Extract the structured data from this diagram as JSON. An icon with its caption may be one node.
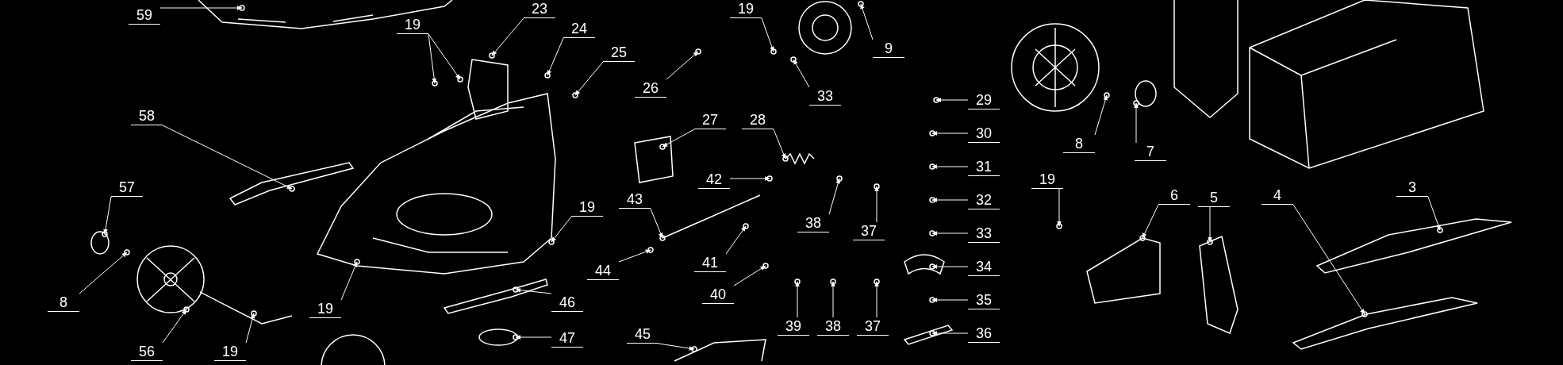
{
  "diagram": {
    "nodes": [
      {
        "text": [
          "59"
        ]
      },
      {
        "text": [
          "23"
        ]
      },
      {
        "text": [
          "19"
        ]
      },
      {
        "text": [
          "24"
        ]
      },
      {
        "text": [
          "25"
        ]
      },
      {
        "text": [
          "19"
        ]
      },
      {
        "text": [
          "26"
        ]
      },
      {
        "text": [
          "33"
        ]
      },
      {
        "text": [
          "9"
        ]
      },
      {
        "text": [
          "29"
        ]
      },
      {
        "text": [
          "30"
        ]
      },
      {
        "text": [
          "8"
        ]
      },
      {
        "text": [
          "7"
        ]
      },
      {
        "text": [
          "58"
        ]
      },
      {
        "text": [
          "27"
        ]
      },
      {
        "text": [
          "28"
        ]
      },
      {
        "text": [
          "31"
        ]
      },
      {
        "text": [
          "32"
        ]
      },
      {
        "text": [
          "33"
        ]
      },
      {
        "text": [
          "19"
        ]
      },
      {
        "text": [
          "42"
        ]
      },
      {
        "text": [
          "43"
        ]
      },
      {
        "text": [
          "38"
        ]
      },
      {
        "text": [
          "37"
        ]
      },
      {
        "text": [
          "19"
        ]
      },
      {
        "text": [
          "57"
        ]
      },
      {
        "text": [
          "8"
        ]
      },
      {
        "text": [
          "44"
        ]
      },
      {
        "text": [
          "41"
        ]
      },
      {
        "text": [
          "40"
        ]
      },
      {
        "text": [
          "34"
        ]
      },
      {
        "text": [
          "35"
        ]
      },
      {
        "text": [
          "36"
        ]
      },
      {
        "text": [
          "39"
        ]
      },
      {
        "text": [
          "38"
        ]
      },
      {
        "text": [
          "37"
        ]
      },
      {
        "text": [
          "46"
        ]
      },
      {
        "text": [
          "45"
        ]
      },
      {
        "text": [
          "47"
        ]
      },
      {
        "text": [
          "19"
        ]
      },
      {
        "text": [
          "6"
        ]
      },
      {
        "text": [
          "5"
        ]
      },
      {
        "text": [
          "4"
        ]
      },
      {
        "text": [
          "3"
        ]
      },
      {
        "text": [
          "56"
        ]
      },
      {
        "text": [
          "19"
        ]
      }
    ],
    "edges": [
      {
        "from": 0,
        "to": null,
        "arrow": "to"
      },
      {
        "from": 1,
        "to": null,
        "arrow": "to"
      },
      {
        "from": 2,
        "to": null,
        "arrow": "to"
      },
      {
        "from": 2,
        "to": null,
        "arrow": "to"
      },
      {
        "from": 3,
        "to": null,
        "arrow": "to"
      },
      {
        "from": 4,
        "to": null,
        "arrow": "to"
      },
      {
        "from": 5,
        "to": null,
        "arrow": "to"
      },
      {
        "from": 6,
        "to": null,
        "arrow": "to"
      },
      {
        "from": 7,
        "to": null,
        "arrow": "to"
      },
      {
        "from": 8,
        "to": null,
        "arrow": "to"
      },
      {
        "from": 9,
        "to": null,
        "arrow": "to"
      },
      {
        "from": 10,
        "to": null,
        "arrow": "to"
      },
      {
        "from": 11,
        "to": null,
        "arrow": "to"
      },
      {
        "from": 12,
        "to": null,
        "arrow": "to"
      },
      {
        "from": 13,
        "to": null,
        "arrow": "to"
      },
      {
        "from": 14,
        "to": null,
        "arrow": "to"
      },
      {
        "from": 15,
        "to": null,
        "arrow": "to"
      },
      {
        "from": 16,
        "to": null,
        "arrow": "to"
      },
      {
        "from": 17,
        "to": null,
        "arrow": "to"
      },
      {
        "from": 18,
        "to": null,
        "arrow": "to"
      },
      {
        "from": 19,
        "to": null,
        "arrow": "to"
      },
      {
        "from": 20,
        "to": null,
        "arrow": "to"
      },
      {
        "from": 21,
        "to": null,
        "arrow": "to"
      },
      {
        "from": 22,
        "to": null,
        "arrow": "to"
      },
      {
        "from": 23,
        "to": null,
        "arrow": "to"
      },
      {
        "from": 24,
        "to": null,
        "arrow": "to"
      },
      {
        "from": 25,
        "to": null,
        "arrow": "to"
      },
      {
        "from": 26,
        "to": null,
        "arrow": "to"
      },
      {
        "from": 27,
        "to": null,
        "arrow": "to"
      },
      {
        "from": 28,
        "to": null,
        "arrow": "to"
      },
      {
        "from": 29,
        "to": null,
        "arrow": "to"
      },
      {
        "from": 30,
        "to": null,
        "arrow": "to"
      },
      {
        "from": 31,
        "to": null,
        "arrow": "to"
      },
      {
        "from": 32,
        "to": null,
        "arrow": "to"
      },
      {
        "from": 33,
        "to": null,
        "arrow": "to"
      },
      {
        "from": 34,
        "to": null,
        "arrow": "to"
      },
      {
        "from": 35,
        "to": null,
        "arrow": "to"
      },
      {
        "from": 36,
        "to": null,
        "arrow": "to"
      },
      {
        "from": 37,
        "to": null,
        "arrow": "to"
      },
      {
        "from": 38,
        "to": null,
        "arrow": "to"
      },
      {
        "from": 39,
        "to": null,
        "arrow": "to"
      },
      {
        "from": 40,
        "to": null,
        "arrow": "to"
      },
      {
        "from": 41,
        "to": null,
        "arrow": "to"
      },
      {
        "from": 42,
        "to": null,
        "arrow": "to"
      },
      {
        "from": 43,
        "to": null,
        "arrow": "to"
      },
      {
        "from": 44,
        "to": null,
        "arrow": "to"
      },
      {
        "from": 45,
        "to": null,
        "arrow": "to"
      }
    ]
  }
}
